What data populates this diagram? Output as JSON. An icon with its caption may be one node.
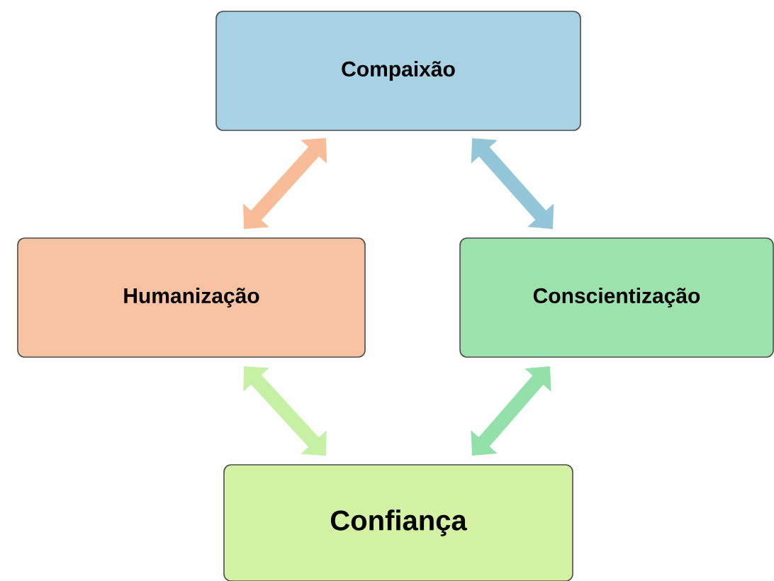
{
  "diagram": {
    "nodes": [
      {
        "text": [
          "Compaixão"
        ]
      },
      {
        "text": [
          "Humanização"
        ]
      },
      {
        "text": [
          "Conscientização"
        ]
      },
      {
        "text": [
          "Confiança"
        ]
      }
    ],
    "edges": [
      {
        "from": 0,
        "to": 1,
        "arrow": "both",
        "color": "#f8bc98"
      },
      {
        "from": 0,
        "to": 2,
        "arrow": "both",
        "color": "#92c6d8"
      },
      {
        "from": 1,
        "to": 3,
        "arrow": "both",
        "color": "#c6f0a4"
      },
      {
        "from": 2,
        "to": 3,
        "arrow": "both",
        "color": "#94e0aa"
      }
    ]
  }
}
